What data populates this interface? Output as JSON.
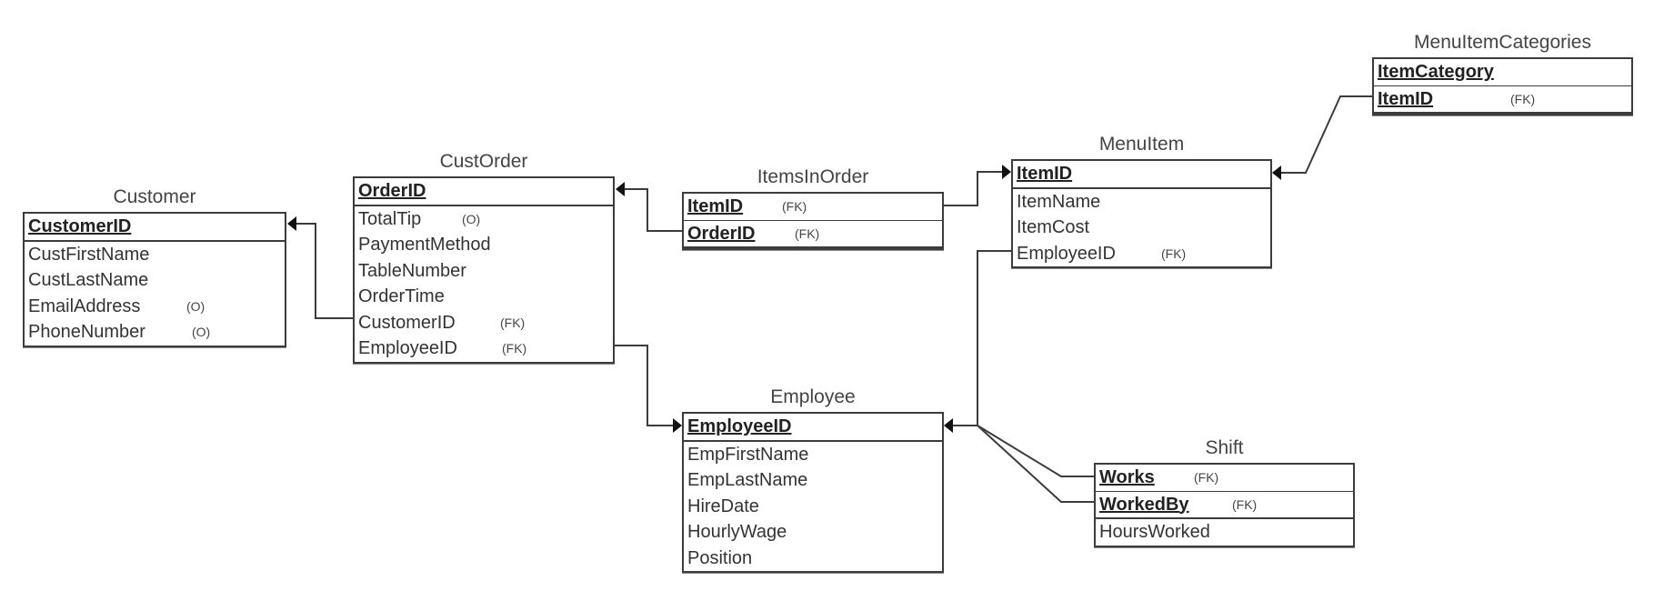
{
  "entities": {
    "customer": {
      "title": "Customer",
      "attributes": [
        {
          "name": "CustomerID",
          "marker": "",
          "pk": true
        },
        {
          "name": "CustFirstName",
          "marker": "",
          "pk": false
        },
        {
          "name": "CustLastName",
          "marker": "",
          "pk": false
        },
        {
          "name": "EmailAddress",
          "marker": "(O)",
          "pk": false
        },
        {
          "name": "PhoneNumber",
          "marker": "(O)",
          "pk": false
        }
      ]
    },
    "custorder": {
      "title": "CustOrder",
      "attributes": [
        {
          "name": "OrderID",
          "marker": "",
          "pk": true
        },
        {
          "name": "TotalTip",
          "marker": "(O)",
          "pk": false
        },
        {
          "name": "PaymentMethod",
          "marker": "",
          "pk": false
        },
        {
          "name": "TableNumber",
          "marker": "",
          "pk": false
        },
        {
          "name": "OrderTime",
          "marker": "",
          "pk": false
        },
        {
          "name": "CustomerID",
          "marker": "(FK)",
          "pk": false
        },
        {
          "name": "EmployeeID",
          "marker": "(FK)",
          "pk": false
        }
      ]
    },
    "itemsinorder": {
      "title": "ItemsInOrder",
      "attributes": [
        {
          "name": "ItemID",
          "marker": "(FK)",
          "pk": true
        },
        {
          "name": "OrderID",
          "marker": "(FK)",
          "pk": true
        }
      ]
    },
    "menuitem": {
      "title": "MenuItem",
      "attributes": [
        {
          "name": "ItemID",
          "marker": "",
          "pk": true
        },
        {
          "name": "ItemName",
          "marker": "",
          "pk": false
        },
        {
          "name": "ItemCost",
          "marker": "",
          "pk": false
        },
        {
          "name": "EmployeeID",
          "marker": "(FK)",
          "pk": false
        }
      ]
    },
    "menuitemcategories": {
      "title": "MenuItemCategories",
      "attributes": [
        {
          "name": "ItemCategory",
          "marker": "",
          "pk": true
        },
        {
          "name": "ItemID",
          "marker": "(FK)",
          "pk": true
        }
      ]
    },
    "employee": {
      "title": "Employee",
      "attributes": [
        {
          "name": "EmployeeID",
          "marker": "",
          "pk": true
        },
        {
          "name": "EmpFirstName",
          "marker": "",
          "pk": false
        },
        {
          "name": "EmpLastName",
          "marker": "",
          "pk": false
        },
        {
          "name": "HireDate",
          "marker": "",
          "pk": false
        },
        {
          "name": "HourlyWage",
          "marker": "",
          "pk": false
        },
        {
          "name": "Position",
          "marker": "",
          "pk": false
        }
      ]
    },
    "shift": {
      "title": "Shift",
      "attributes": [
        {
          "name": "Works",
          "marker": "(FK)",
          "pk": true
        },
        {
          "name": "WorkedBy",
          "marker": "(FK)",
          "pk": true
        },
        {
          "name": "HoursWorked",
          "marker": "",
          "pk": false
        }
      ]
    }
  },
  "relationships": [
    {
      "from": "custorder.CustomerID",
      "to": "customer.CustomerID"
    },
    {
      "from": "itemsinorder.OrderID",
      "to": "custorder.OrderID"
    },
    {
      "from": "itemsinorder.ItemID",
      "to": "menuitem.ItemID"
    },
    {
      "from": "menuitemcategories.ItemID",
      "to": "menuitem.ItemID"
    },
    {
      "from": "custorder.EmployeeID",
      "to": "employee.EmployeeID"
    },
    {
      "from": "menuitem.EmployeeID",
      "to": "employee.EmployeeID"
    },
    {
      "from": "shift.Works",
      "to": "employee.EmployeeID"
    },
    {
      "from": "shift.WorkedBy",
      "to": "employee.EmployeeID"
    }
  ],
  "colors": {
    "line": "#3c3c3c",
    "text": "#333333"
  }
}
